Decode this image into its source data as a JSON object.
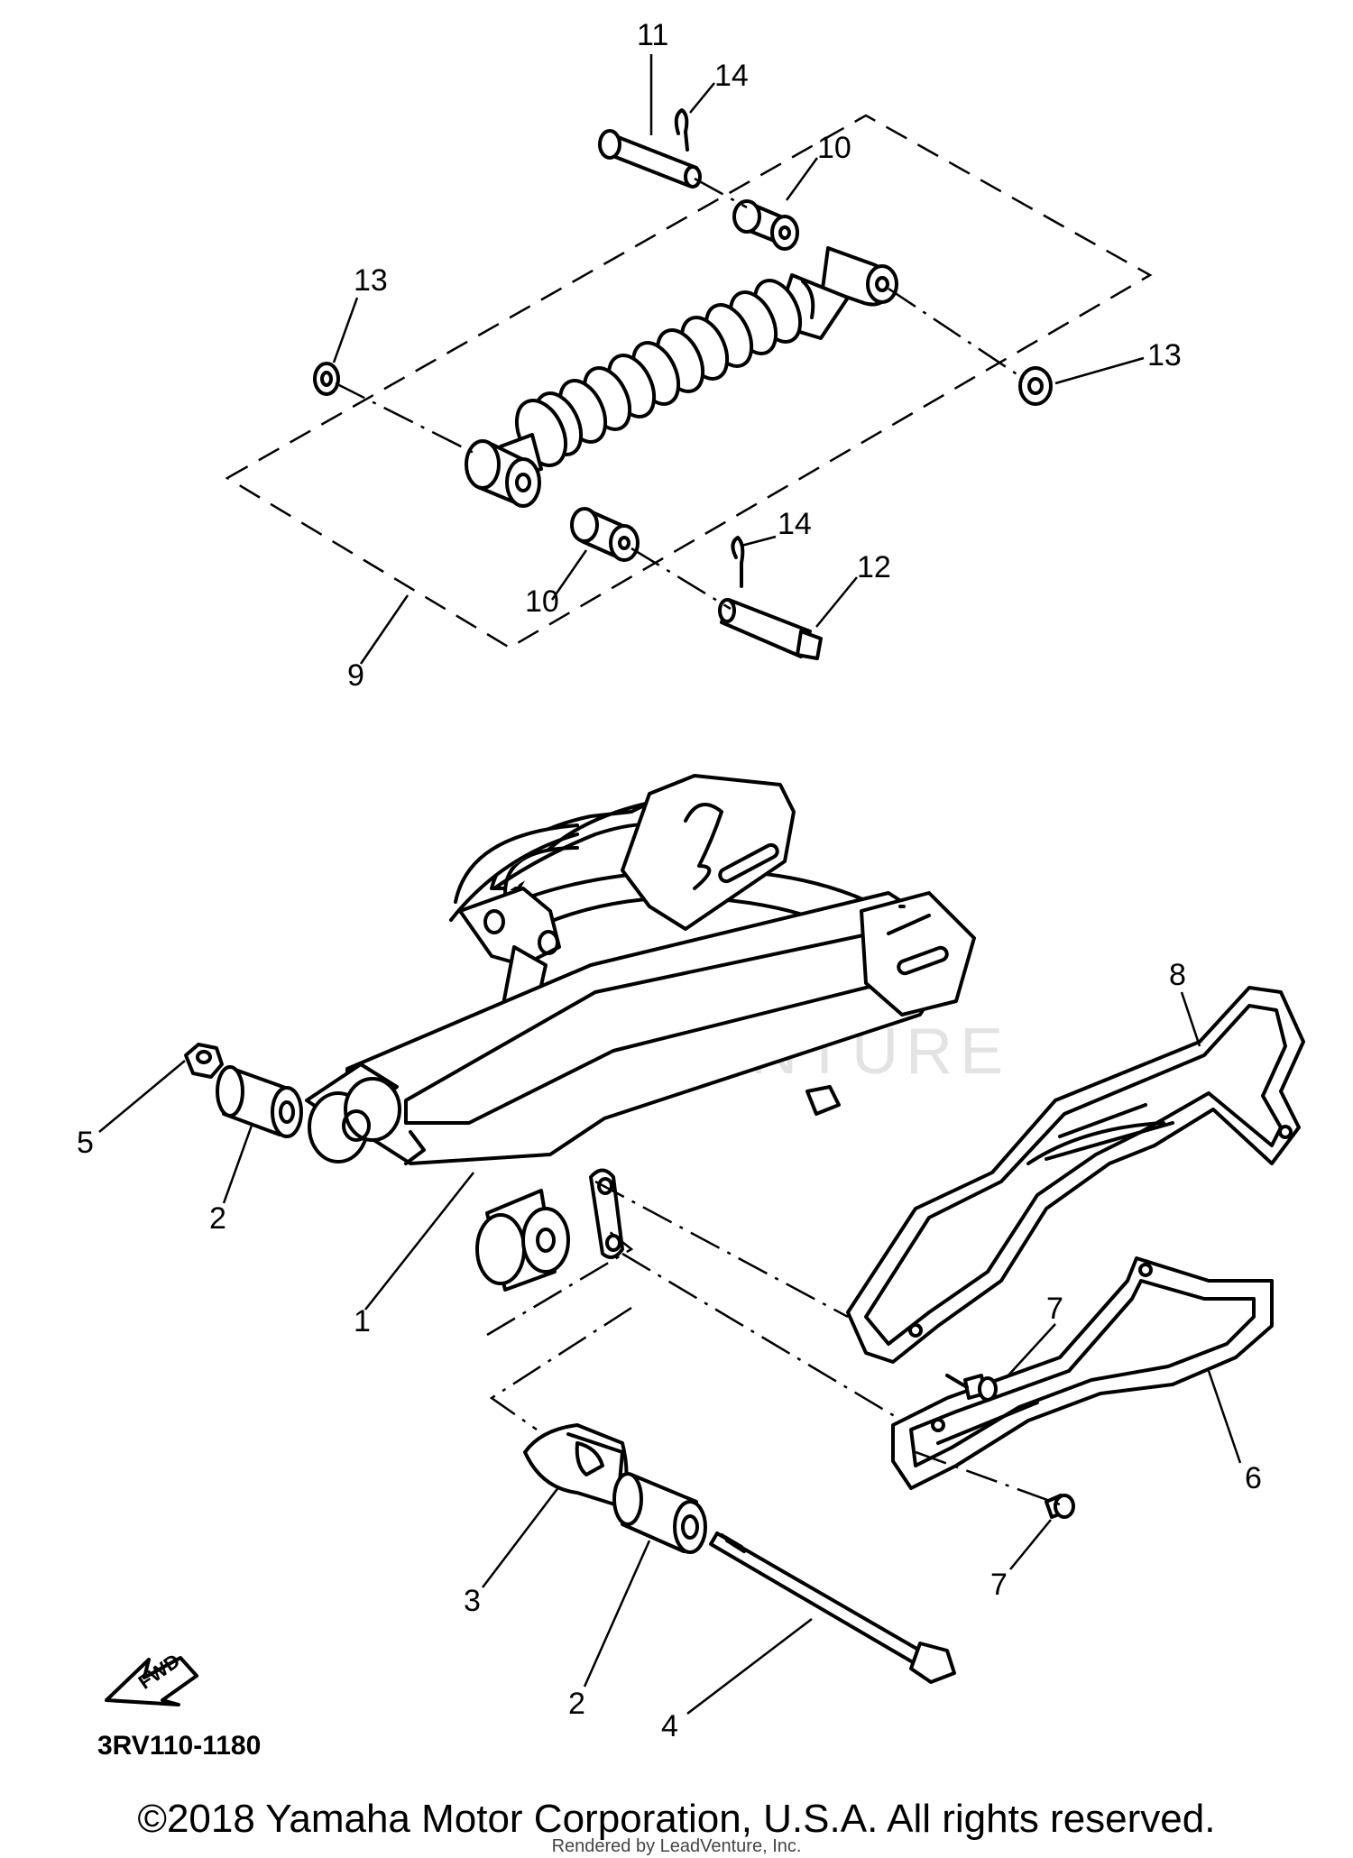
{
  "diagram": {
    "callouts": {
      "c1": "1",
      "c2a": "2",
      "c2b": "2",
      "c3": "3",
      "c4": "4",
      "c5": "5",
      "c6": "6",
      "c7a": "7",
      "c7b": "7",
      "c8": "8",
      "c9": "9",
      "c10a": "10",
      "c10b": "10",
      "c11": "11",
      "c12": "12",
      "c13a": "13",
      "c13b": "13",
      "c14a": "14",
      "c14b": "14"
    },
    "fwd_label": "FWD",
    "diagram_code": "3RV110-1180",
    "watermark": "LEADVENTURE"
  },
  "footer": {
    "copyright": "©2018 Yamaha Motor Corporation, U.S.A. All rights reserved.",
    "rendered_by": "Rendered by LeadVenture, Inc."
  }
}
